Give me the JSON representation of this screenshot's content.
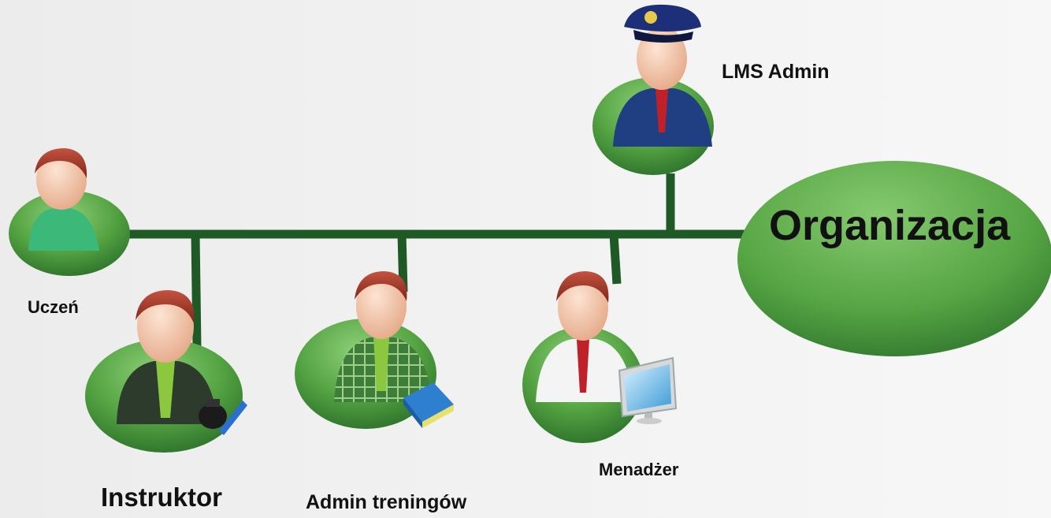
{
  "organization": {
    "label": "Organizacja"
  },
  "roles": [
    {
      "id": "uczen",
      "label": "Uczeń",
      "shirt_color": "#3cb878"
    },
    {
      "id": "instruktor",
      "label": "Instruktor",
      "shirt_color": "#2d3b2c",
      "accessory": "inkpot-pen-icon"
    },
    {
      "id": "admin-treningow",
      "label": "Admin treningów",
      "shirt_color": "#3e7e3a",
      "accessory": "books-icon"
    },
    {
      "id": "menadzer",
      "label": "Menadżer",
      "shirt_color": "#f4f4f4",
      "accessory": "monitor-icon"
    },
    {
      "id": "lms-admin",
      "label": "LMS Admin",
      "shirt_color": "#1f3f82",
      "accessory": "police-cap-icon"
    }
  ],
  "colors": {
    "connector": "#1f5a26",
    "node_green": "#5aa847",
    "node_green_dark": "#2f7a2e",
    "skin": "#f2c9b0",
    "hair": "#a3382a",
    "tie_red": "#c0202a",
    "tie_green": "#8cc83f"
  }
}
